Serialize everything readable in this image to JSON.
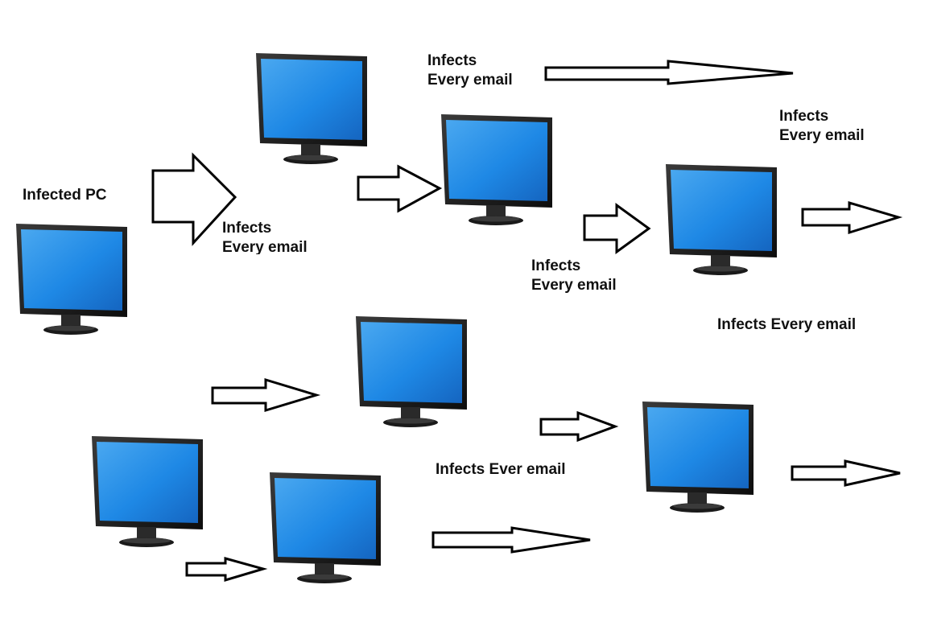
{
  "labels": {
    "infected_pc": "Infected PC",
    "top_middle_line1": "Infects",
    "top_middle_line2": "Every email",
    "top_right_line1": "Infects",
    "top_right_line2": "Every email",
    "left_arrow_line1": "Infects",
    "left_arrow_line2": "Every email",
    "center_line1": "Infects",
    "center_line2": "Every email",
    "right_single": "Infects Every email",
    "bottom_single": "Infects Ever email"
  },
  "colors": {
    "screen": "#1e88e5",
    "screen_light": "#4aa8f0",
    "bezel": "#1a1a1a",
    "stand": "#222222",
    "arrow_stroke": "#000000",
    "arrow_fill": "#ffffff",
    "text": "#111111"
  },
  "icons": [
    "monitor-icon",
    "arrow-right-icon"
  ]
}
